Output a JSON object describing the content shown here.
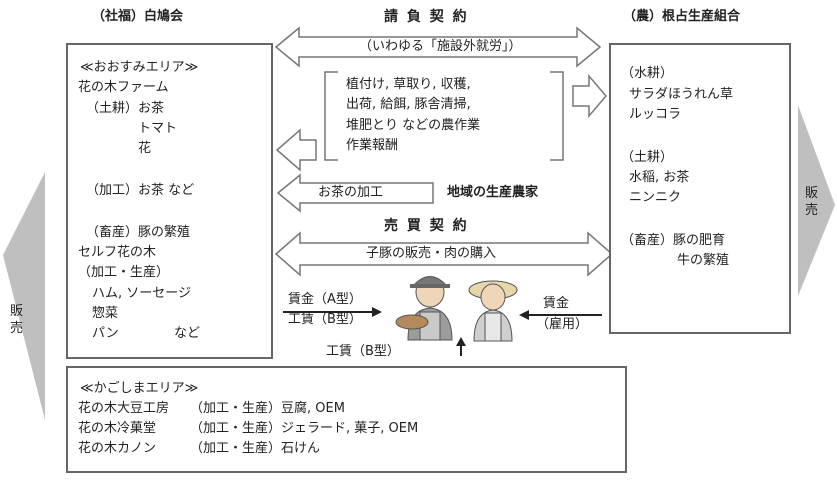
{
  "left_org": {
    "title": "（社福）白鳩会",
    "area_title": "≪おおすみエリア≫",
    "lines": [
      "花の木ファーム",
      "（土耕）お茶",
      "トマト",
      "花",
      "（加工）お茶 など",
      "（畜産）豚の繁殖",
      "セルフ花の木",
      "（加工・生産）",
      "ハム, ソーセージ",
      "惣菜",
      "パン",
      "など"
    ]
  },
  "right_org": {
    "title": "（農）根占生産組合",
    "lines": [
      "（水耕）",
      "サラダほうれん草",
      "ルッコラ",
      "（土耕）",
      "水稲, お茶",
      "ニンニク",
      "（畜産）豚の肥育",
      "牛の繁殖"
    ]
  },
  "contract": {
    "title": "請 負 契 約",
    "arrow_label": "（いわゆる「施設外就労」）",
    "work_lines": [
      "植付け, 草取り, 収穫,",
      "出荷, 給餌, 豚舎清掃,",
      "堆肥とり などの農作業",
      "作業報酬"
    ]
  },
  "tea": {
    "arrow_label": "お茶の加工",
    "farmer_label": "地域の生産農家"
  },
  "trade": {
    "title": "売 買 契 約",
    "arrow_label": "子豚の販売・肉の購入"
  },
  "wages": {
    "left_line1": "賃金（A型）",
    "left_line2": "工賃（B型）",
    "bottom_label": "工賃（B型）",
    "right_line1": "賃金",
    "right_line2": "（雇用）"
  },
  "sell_left": "販売",
  "sell_right": "販売",
  "kagoshima": {
    "title": "≪かごしまエリア≫",
    "rows": [
      {
        "name": "花の木大豆工房",
        "desc": "（加工・生産）豆腐, OEM"
      },
      {
        "name": "花の木冷菓堂",
        "desc": "（加工・生産）ジェラード, 菓子, OEM"
      },
      {
        "name": "花の木カノン",
        "desc": "（加工・生産）石けん"
      }
    ]
  }
}
